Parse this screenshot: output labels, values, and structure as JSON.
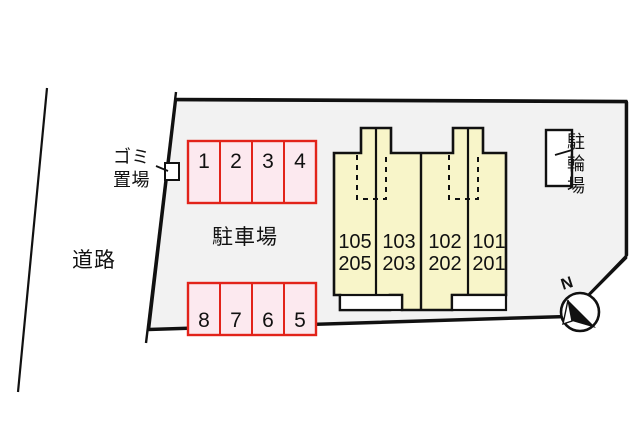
{
  "plan": {
    "title": "apartment-site-plan",
    "background_color": "#ffffff",
    "lot_fill": "#f2f2f2",
    "lot_stroke": "#111111",
    "building_fill": "#f8f5c9",
    "building_stroke": "#111111",
    "parking_fill": "#fce9ef",
    "parking_stroke": "#e2231a",
    "text_color": "#111111"
  },
  "labels": {
    "road": "道路",
    "garbage_area": "ゴミ置場",
    "parking_lot": "駐車場",
    "bicycle_parking": "駐輪場",
    "compass_north": "N"
  },
  "parking_rows": [
    {
      "name": "upper-parking-row",
      "stalls": [
        "1",
        "2",
        "3",
        "4"
      ]
    },
    {
      "name": "lower-parking-row",
      "stalls": [
        "8",
        "7",
        "6",
        "5"
      ]
    }
  ],
  "building_units": [
    {
      "floor1": "105",
      "floor2": "205"
    },
    {
      "floor1": "103",
      "floor2": "203"
    },
    {
      "floor1": "102",
      "floor2": "202"
    },
    {
      "floor1": "101",
      "floor2": "201"
    }
  ]
}
